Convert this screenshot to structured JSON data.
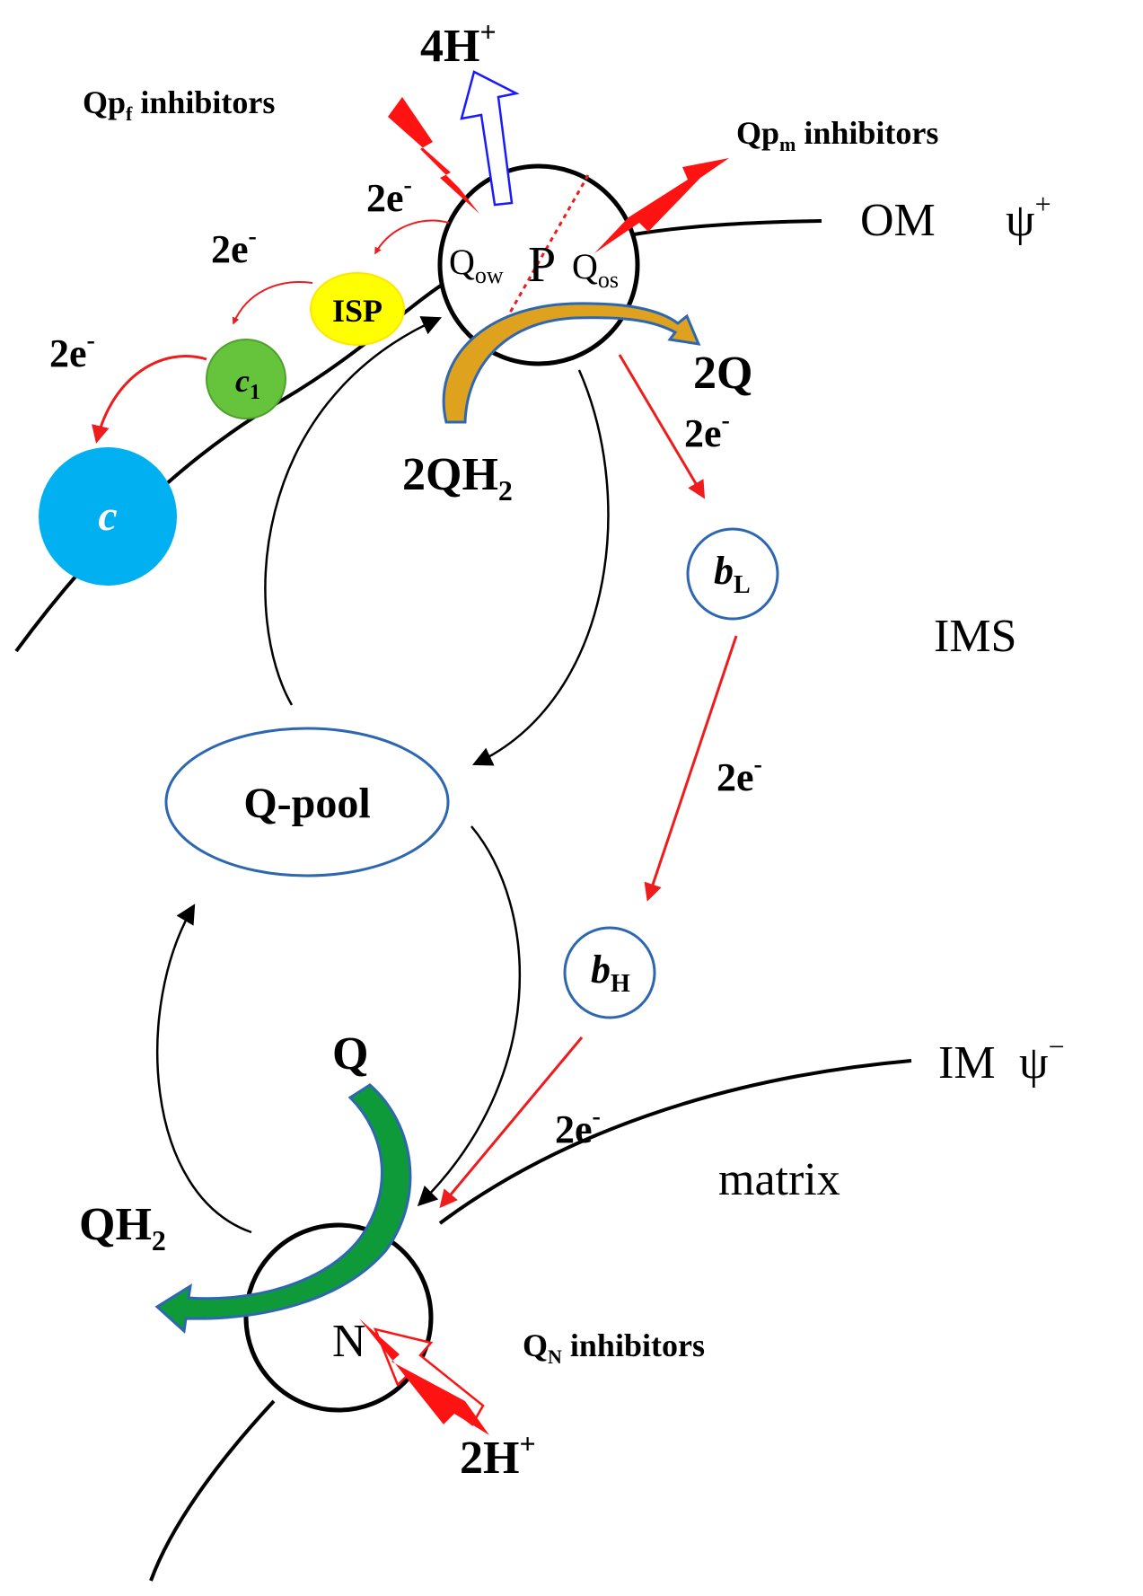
{
  "labels": {
    "h_out_num": "4H",
    "h_out_sup": "+",
    "qpf_main": "Qp",
    "qpf_sub": "f",
    "qpf_rest": " inhibitors",
    "qpm_main": "Qp",
    "qpm_sub": "m",
    "qpm_rest": " inhibitors",
    "om": "OM",
    "psi": "ψ",
    "psi_plus": "+",
    "psi_minus": "−",
    "e_p_to_isp_num": "2e",
    "e_p_to_isp_sup": "-",
    "e_isp_to_c1_num": "2e",
    "e_isp_to_c1_sup": "-",
    "e_c1_to_c_num": "2e",
    "e_c1_to_c_sup": "-",
    "qow_main": "Q",
    "qow_sub": "ow",
    "p_site": "P",
    "qos_main": "Q",
    "qos_sub": "os",
    "isp": "ISP",
    "c1_main": "c",
    "c1_sub": "1",
    "c": "c",
    "q_out": "2Q",
    "e_p_to_bl_num": "2e",
    "e_p_to_bl_sup": "-",
    "qh2_in_main": "2QH",
    "qh2_in_sub": "2",
    "bl_main": "b",
    "bl_sub": "L",
    "ims": "IMS",
    "e_bl_to_bh_num": "2e",
    "e_bl_to_bh_sup": "-",
    "qpool": "Q-pool",
    "bh_main": "b",
    "bh_sub": "H",
    "im": "IM",
    "q_in": "Q",
    "e_bh_to_n_num": "2e",
    "e_bh_to_n_sup": "-",
    "matrix": "matrix",
    "qh2_out_main": "QH",
    "qh2_out_sub": "2",
    "n_site": "N",
    "qn_main": "Q",
    "qn_sub": "N",
    "qn_rest": " inhibitors",
    "h_in_num": "2H",
    "h_in_sup": "+"
  },
  "colors": {
    "membrane": "#000000",
    "electron_arrow": "#ee1c1c",
    "inhibitor": "#ff1212",
    "proton_out_arrow": "#1a1aff",
    "proton_in_arrow": "#ff1212",
    "isp_fill": "#ffff00",
    "c1_fill": "#66c43c",
    "c_fill": "#00b0f0",
    "heme_ring": "#2e67b1",
    "qpool_ring": "#2e67b1",
    "qh2_arrow_fill": "#dfa21f",
    "q_arrow_fill": "#0f9a3a",
    "arrow_outline": "#2e67b1"
  },
  "icons": {
    "inhibitor": "lightning-bolt-icon",
    "proton_flow": "hollow-arrow-icon"
  }
}
